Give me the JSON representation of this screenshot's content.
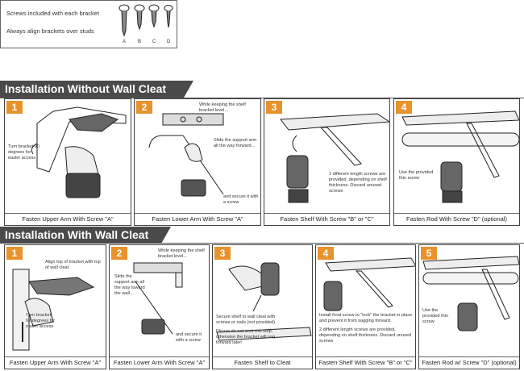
{
  "screws": {
    "line1": "Screws included with each bracket",
    "line2": "Always align brackets over studs",
    "letters": [
      "A",
      "B",
      "C",
      "D"
    ]
  },
  "section_without": {
    "title": "Installation Without Wall Cleat",
    "steps": [
      {
        "number": "1",
        "caption": "Fasten Upper Arm With Screw \"A\"",
        "notes": [
          "Turn bracket 90 degrees for easier access"
        ]
      },
      {
        "number": "2",
        "caption": "Fasten Lower Arm With Screw \"A\"",
        "notes": [
          "While keeping the shelf bracket level...",
          "Slide the support arm all the way forward...",
          "and secure it with a screw"
        ]
      },
      {
        "number": "3",
        "caption": "Fasten Shelf  With Screw \"B\" or \"C\"",
        "notes": [
          "2 different length screws are provided, depending on shelf thickness. Discard unused screws"
        ]
      },
      {
        "number": "4",
        "caption": "Fasten Rod  With Screw \"D\" (optional)",
        "notes": [
          "Use the provided thin screw"
        ]
      }
    ]
  },
  "section_with": {
    "title": "Installation With Wall Cleat",
    "steps": [
      {
        "number": "1",
        "caption": "Fasten Upper Arm With Screw \"A\"",
        "notes": [
          "Align top of bracket with top of wall cleat",
          "Turn bracket 90 degrees for easier access"
        ]
      },
      {
        "number": "2",
        "caption": "Fasten Lower Arm With Screw \"A\"",
        "notes": [
          "While keeping the shelf bracket level...",
          "Slide the support arm all the way toward the wall...",
          "and secure it with a screw"
        ]
      },
      {
        "number": "3",
        "caption": "Fasten Shelf to Cleat",
        "notes": [
          "Secure shelf to wall cleat with screws or nails (not provided).",
          "Please do not omit this step, otherwise the bracket will sag forward later!"
        ]
      },
      {
        "number": "4",
        "caption": "Fasten Shelf  With Screw \"B\" or \"C\"",
        "notes": [
          "Install front screw to \"lock\" the bracket in place and prevent it from sagging forward.",
          "2 different length screws are provided, depending on shelf thickness. Discard unused screws"
        ]
      },
      {
        "number": "5",
        "caption": "Fasten Rod w/ Screw \"D\" (optional)",
        "notes": [
          "Use the provided thin screw"
        ]
      }
    ]
  },
  "colors": {
    "badge": "#e8922c",
    "banner": "#4a4a4a"
  }
}
